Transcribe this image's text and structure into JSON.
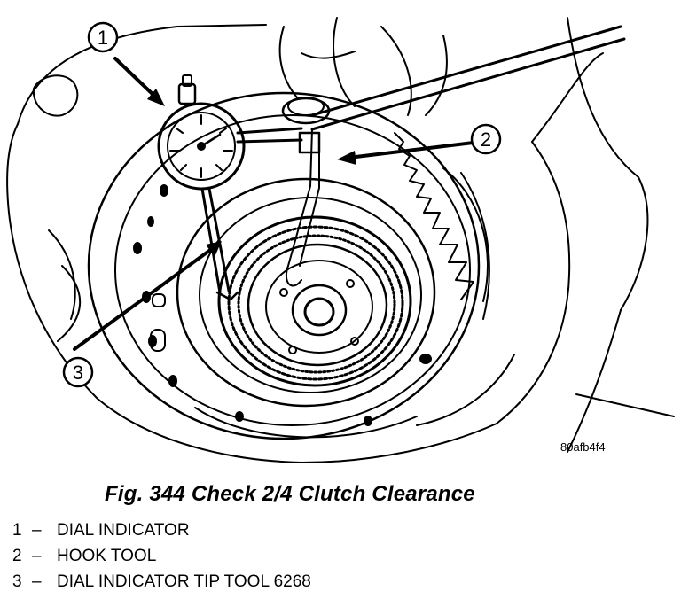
{
  "figure": {
    "code": "80afb4f4",
    "caption": "Fig. 344 Check 2/4 Clutch Clearance"
  },
  "callouts": [
    {
      "number": "1",
      "label": "DIAL INDICATOR"
    },
    {
      "number": "2",
      "label": "HOOK TOOL"
    },
    {
      "number": "3",
      "label": "DIAL INDICATOR TIP TOOL 6268"
    }
  ],
  "legend_separator": "–"
}
